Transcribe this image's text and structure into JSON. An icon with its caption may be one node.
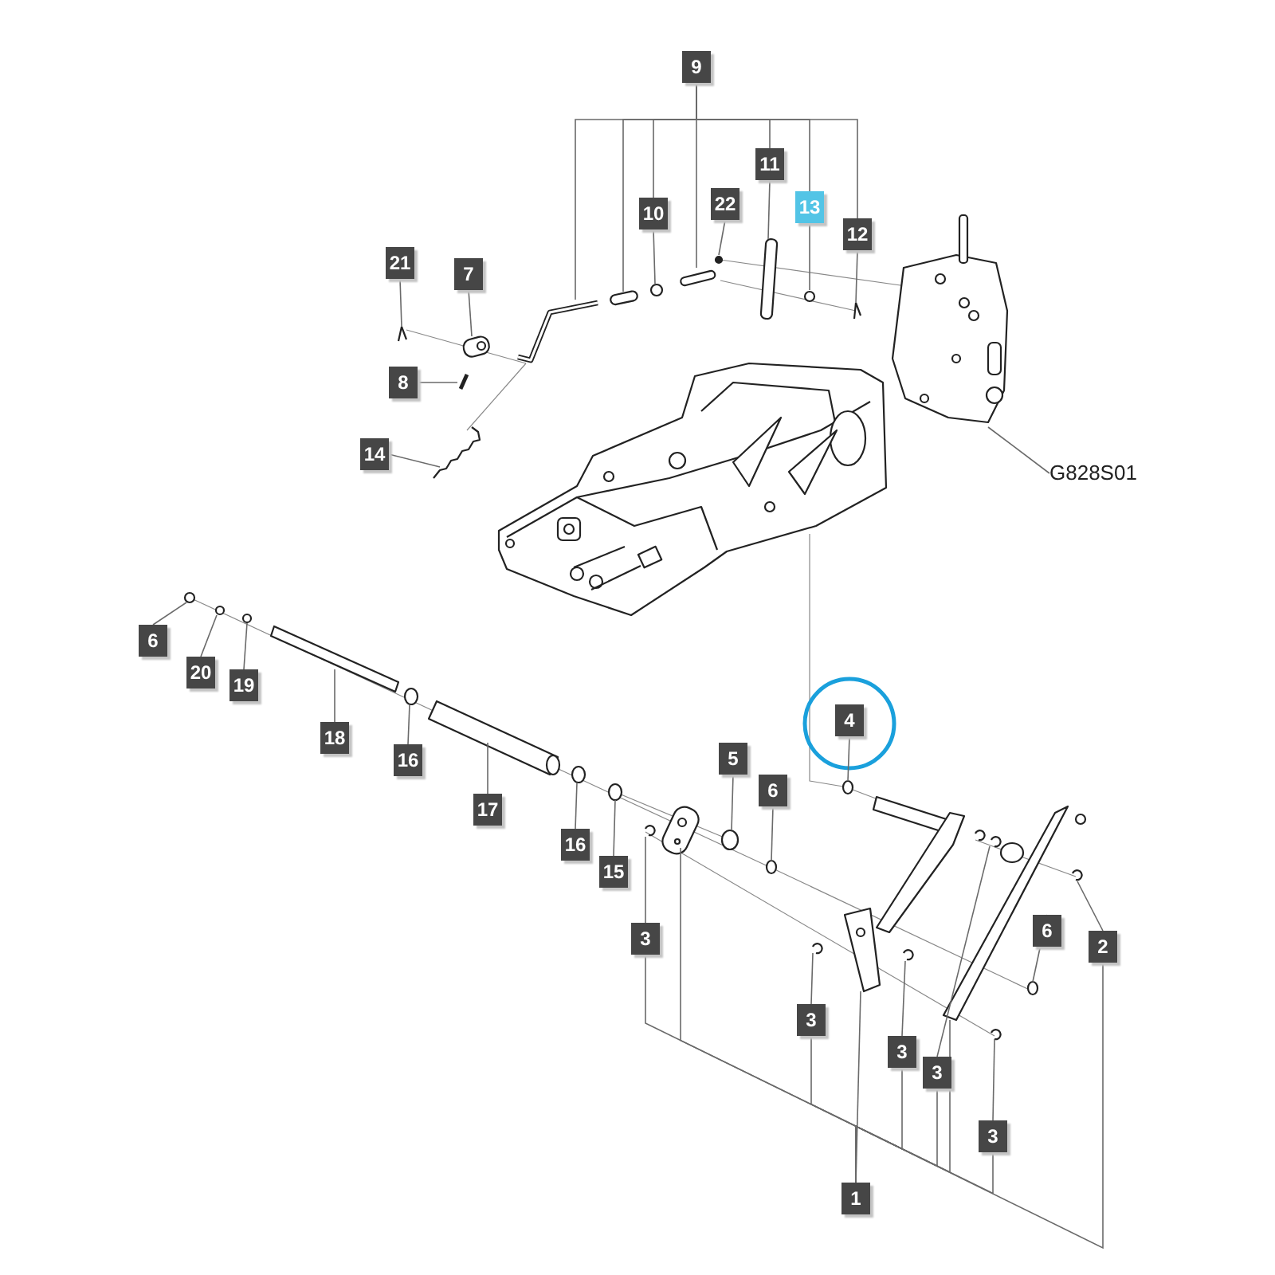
{
  "diagram": {
    "nodes": [
      {
        "text": [
          "9"
        ]
      },
      {
        "text": [
          "11"
        ]
      },
      {
        "text": [
          "10"
        ]
      },
      {
        "text": [
          "22"
        ]
      },
      {
        "text": [
          "13"
        ]
      },
      {
        "text": [
          "12"
        ]
      },
      {
        "text": [
          "21"
        ]
      },
      {
        "text": [
          "7"
        ]
      },
      {
        "text": [
          "8"
        ]
      },
      {
        "text": [
          "14"
        ]
      },
      {
        "text": [
          "G828S01"
        ]
      },
      {
        "text": [
          "6"
        ]
      },
      {
        "text": [
          "20"
        ]
      },
      {
        "text": [
          "19"
        ]
      },
      {
        "text": [
          "4"
        ]
      },
      {
        "text": [
          "18"
        ]
      },
      {
        "text": [
          "5"
        ]
      },
      {
        "text": [
          "16"
        ]
      },
      {
        "text": [
          "6"
        ]
      },
      {
        "text": [
          "17"
        ]
      },
      {
        "text": [
          "16"
        ]
      },
      {
        "text": [
          "15"
        ]
      },
      {
        "text": [
          "6"
        ]
      },
      {
        "text": [
          "3"
        ]
      },
      {
        "text": [
          "2"
        ]
      },
      {
        "text": [
          "3"
        ]
      },
      {
        "text": [
          "3"
        ]
      },
      {
        "text": [
          "3"
        ]
      },
      {
        "text": [
          "3"
        ]
      },
      {
        "text": [
          "1"
        ]
      }
    ],
    "edges": [
      {
        "from": 0,
        "to": null,
        "arrow": "none"
      },
      {
        "from": 0,
        "to": null,
        "arrow": "none"
      },
      {
        "from": 0,
        "to": null,
        "arrow": "none"
      },
      {
        "from": 0,
        "to": 2,
        "arrow": "none"
      },
      {
        "from": 0,
        "to": 1,
        "arrow": "none"
      },
      {
        "from": 0,
        "to": 4,
        "arrow": "none"
      },
      {
        "from": 0,
        "to": 5,
        "arrow": "none"
      },
      {
        "from": 1,
        "to": null,
        "arrow": "none"
      },
      {
        "from": 2,
        "to": null,
        "arrow": "none"
      },
      {
        "from": 3,
        "to": null,
        "arrow": "none"
      },
      {
        "from": 4,
        "to": null,
        "arrow": "none"
      },
      {
        "from": 5,
        "to": null,
        "arrow": "none"
      },
      {
        "from": 6,
        "to": null,
        "arrow": "none"
      },
      {
        "from": 7,
        "to": null,
        "arrow": "none"
      },
      {
        "from": 8,
        "to": null,
        "arrow": "none"
      },
      {
        "from": 9,
        "to": null,
        "arrow": "none"
      },
      {
        "from": 10,
        "to": null,
        "arrow": "none"
      },
      {
        "from": 11,
        "to": null,
        "arrow": "none"
      },
      {
        "from": 12,
        "to": null,
        "arrow": "none"
      },
      {
        "from": 13,
        "to": null,
        "arrow": "none"
      },
      {
        "from": 15,
        "to": null,
        "arrow": "none"
      },
      {
        "from": 17,
        "to": null,
        "arrow": "none"
      },
      {
        "from": 19,
        "to": null,
        "arrow": "none"
      },
      {
        "from": 20,
        "to": null,
        "arrow": "none"
      },
      {
        "from": 21,
        "to": null,
        "arrow": "none"
      },
      {
        "from": 14,
        "to": null,
        "arrow": "none"
      },
      {
        "from": 16,
        "to": null,
        "arrow": "none"
      },
      {
        "from": 18,
        "to": null,
        "arrow": "none"
      },
      {
        "from": 22,
        "to": null,
        "arrow": "none"
      },
      {
        "from": 23,
        "to": null,
        "arrow": "none"
      },
      {
        "from": 24,
        "to": null,
        "arrow": "none"
      },
      {
        "from": 25,
        "to": null,
        "arrow": "none"
      },
      {
        "from": 26,
        "to": null,
        "arrow": "none"
      },
      {
        "from": 27,
        "to": null,
        "arrow": "none"
      },
      {
        "from": 28,
        "to": null,
        "arrow": "none"
      },
      {
        "from": 29,
        "to": null,
        "arrow": "none"
      },
      {
        "from": 29,
        "to": 23,
        "arrow": "none"
      },
      {
        "from": 29,
        "to": null,
        "arrow": "none"
      },
      {
        "from": 29,
        "to": 25,
        "arrow": "none"
      },
      {
        "from": 29,
        "to": 26,
        "arrow": "none"
      },
      {
        "from": 29,
        "to": 27,
        "arrow": "none"
      },
      {
        "from": 29,
        "to": null,
        "arrow": "none"
      },
      {
        "from": 29,
        "to": 28,
        "arrow": "none"
      },
      {
        "from": 29,
        "to": 24,
        "arrow": "none"
      }
    ]
  }
}
